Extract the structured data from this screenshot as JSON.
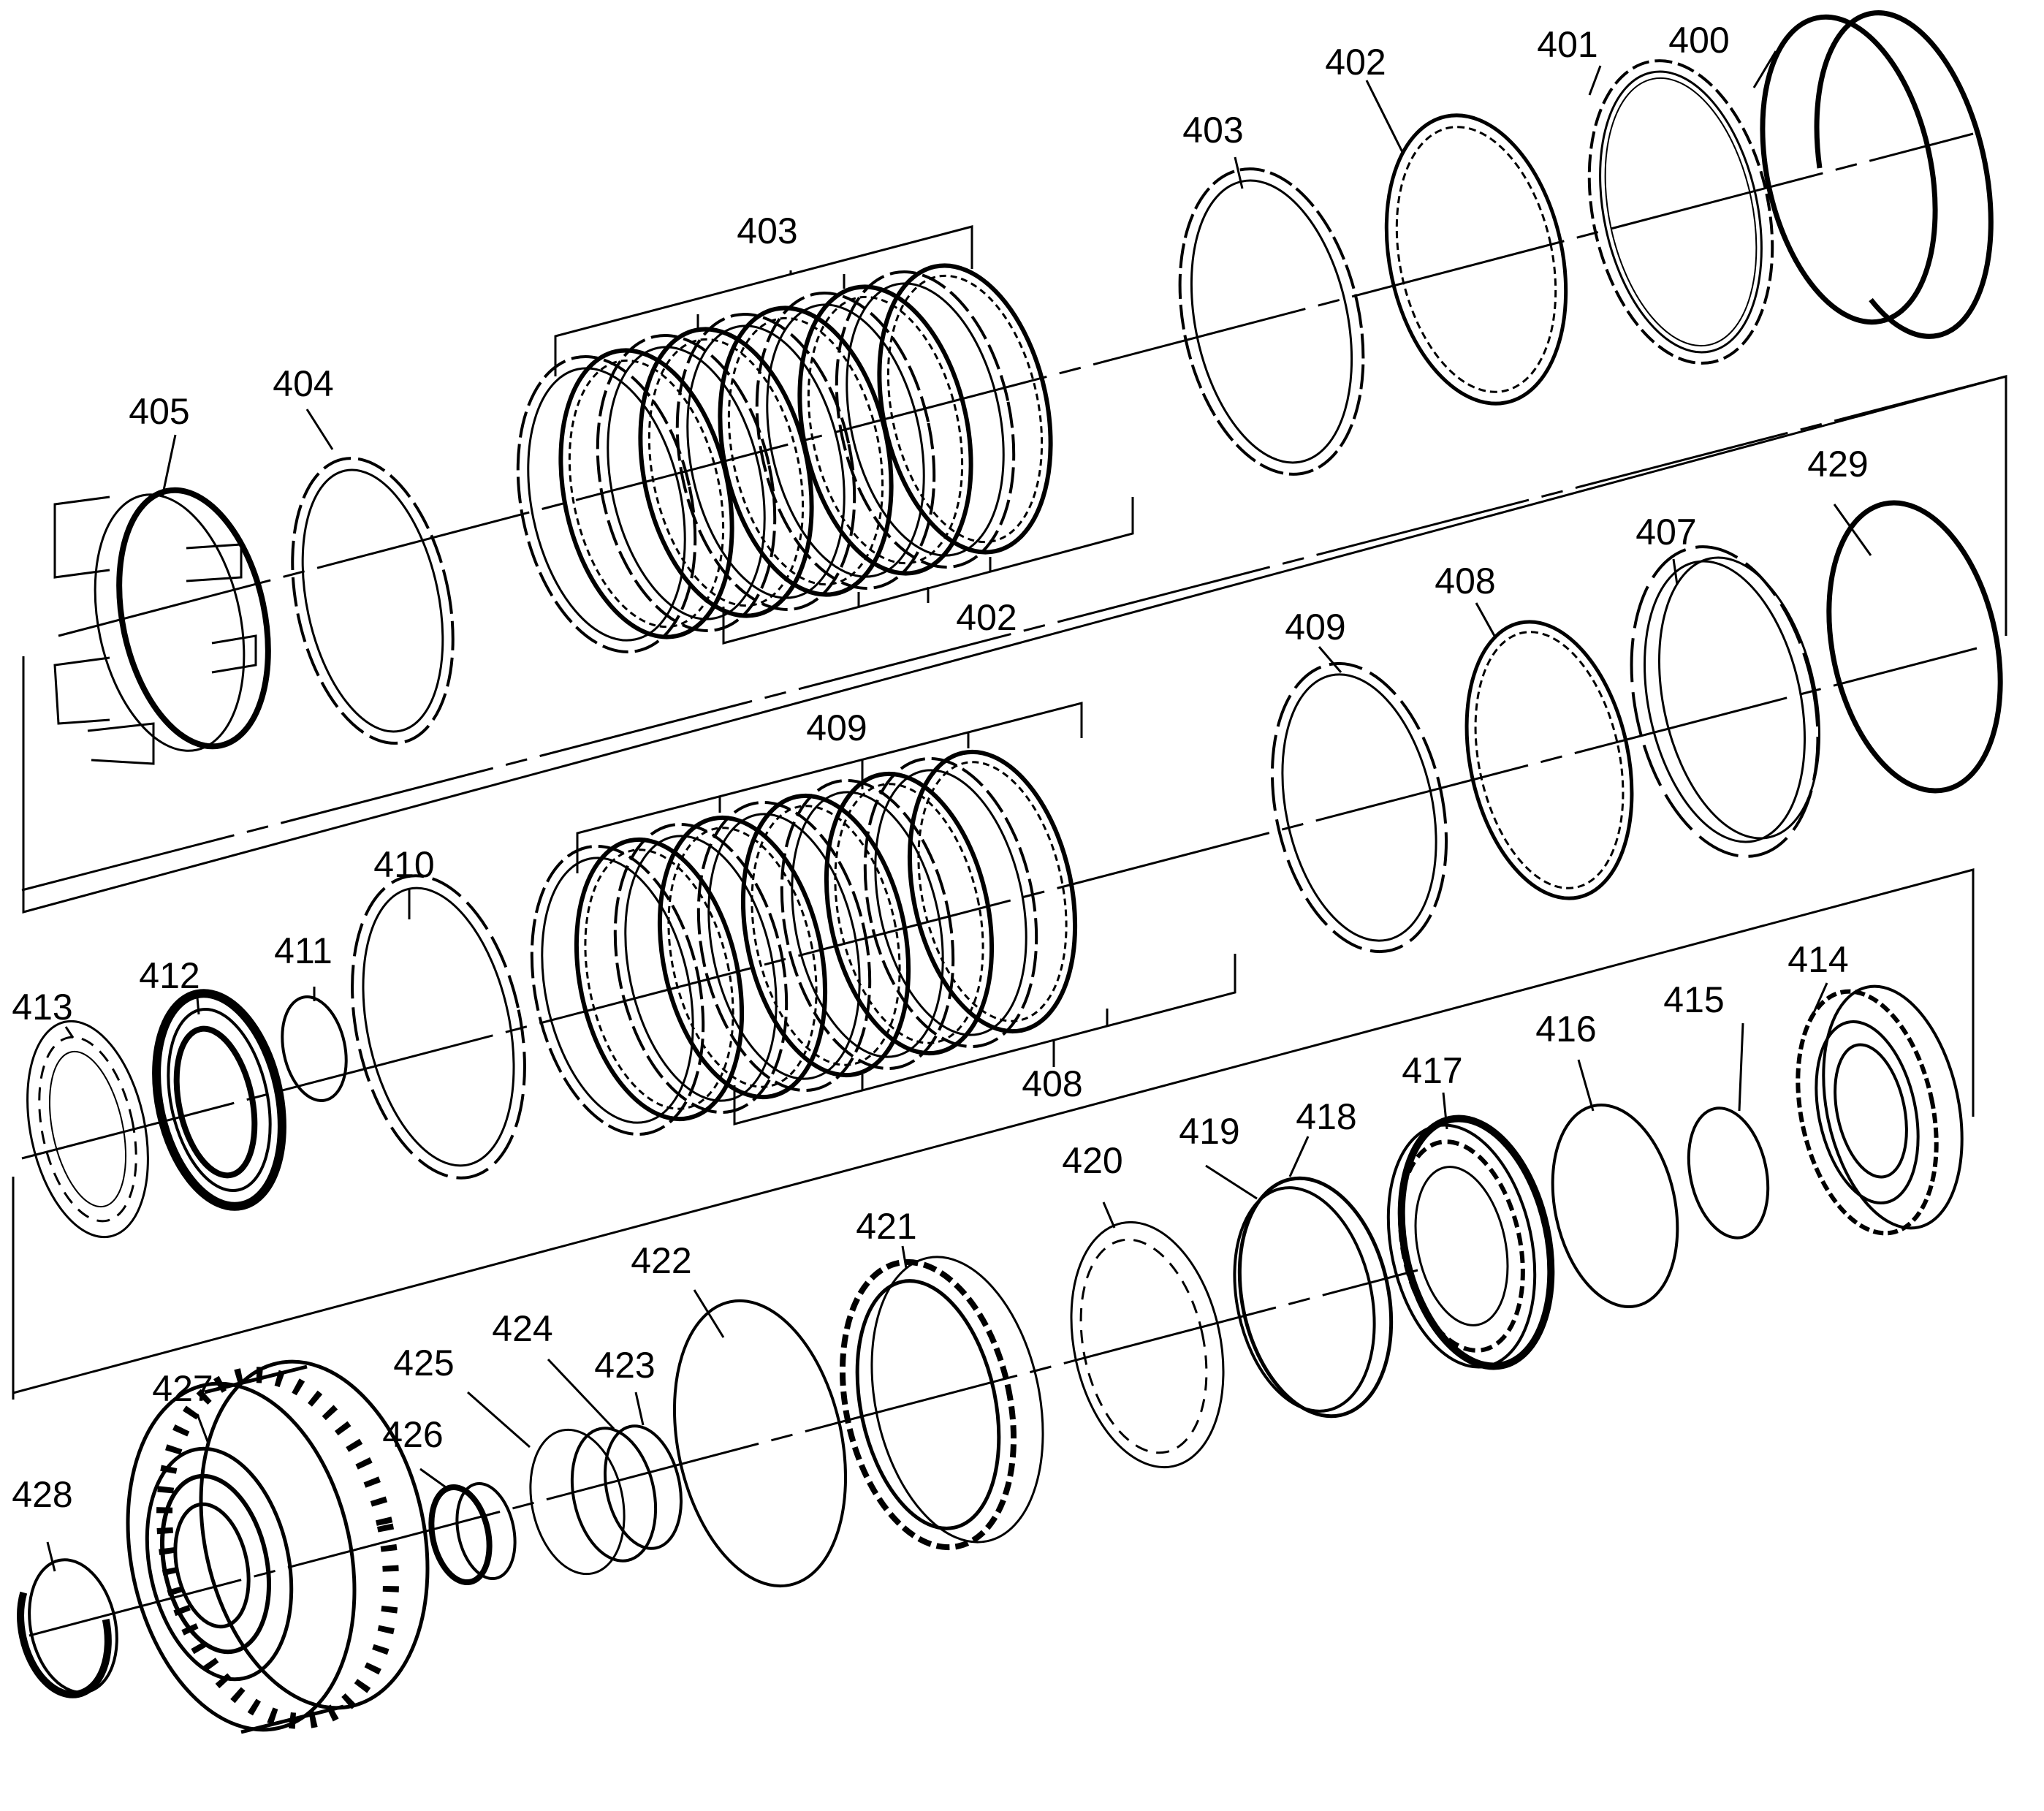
{
  "diagram": {
    "labels": {
      "l400": "400",
      "l401": "401",
      "l402a": "402",
      "l403a": "403",
      "l403b": "403",
      "l402b": "402",
      "l405": "405",
      "l404": "404",
      "l429": "429",
      "l407": "407",
      "l408a": "408",
      "l409a": "409",
      "l409b": "409",
      "l410": "410",
      "l408b": "408",
      "l413": "413",
      "l412": "412",
      "l411": "411",
      "l414": "414",
      "l416": "416",
      "l415": "415",
      "l417": "417",
      "l418": "418",
      "l419": "419",
      "l420": "420",
      "l421": "421",
      "l422": "422",
      "l423": "423",
      "l424": "424",
      "l425": "425",
      "l426": "426",
      "l427": "427",
      "l428": "428"
    }
  }
}
